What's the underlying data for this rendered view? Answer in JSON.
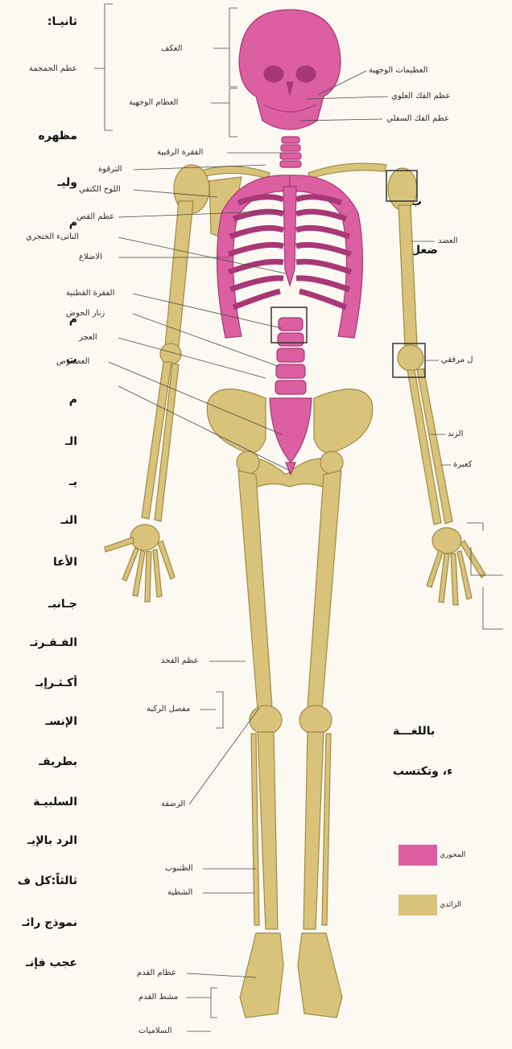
{
  "colors": {
    "axial": "#dc5fa1",
    "axial_dark": "#a93777",
    "appendicular": "#d9c27a",
    "appendicular_dark": "#a08a46",
    "line": "#4a4a4a"
  },
  "labels_left": [
    {
      "id": "cranium",
      "text": "العكف"
    },
    {
      "id": "skull",
      "text": "عظم الجمجمة"
    },
    {
      "id": "facial-bones",
      "text": "العظام الوجهية"
    },
    {
      "id": "cervical",
      "text": "الفقرة الرقبية"
    },
    {
      "id": "clavicle",
      "text": "الترقوة"
    },
    {
      "id": "scapula",
      "text": "اللوح الكتفي"
    },
    {
      "id": "sternum",
      "text": "عظم القص"
    },
    {
      "id": "xiphoid",
      "text": "الناتىء الخنجري"
    },
    {
      "id": "ribs",
      "text": "الاضلاع"
    },
    {
      "id": "lumbar",
      "text": "الفقرة القطنية"
    },
    {
      "id": "pelvic-girdle",
      "text": "زنار الحوض"
    },
    {
      "id": "sacrum",
      "text": "العجز"
    },
    {
      "id": "coccyx",
      "text": "العصعوص"
    },
    {
      "id": "femur",
      "text": "عظم الفخذ"
    },
    {
      "id": "knee",
      "text": "مفصل الركبة"
    },
    {
      "id": "patella",
      "text": "الرضفة"
    },
    {
      "id": "tibia",
      "text": "الظنبوب"
    },
    {
      "id": "fibula",
      "text": "الشظية"
    },
    {
      "id": "tarsals",
      "text": "عظام القدم"
    },
    {
      "id": "metatarsals",
      "text": "مشط القدم"
    },
    {
      "id": "phalanges-foot",
      "text": "السلاميات"
    }
  ],
  "labels_right": [
    {
      "id": "facial-small",
      "text": "العظيمات الوجهية"
    },
    {
      "id": "maxilla",
      "text": "عظم الفك العلوي"
    },
    {
      "id": "mandible",
      "text": "عظم الفك السفلي"
    },
    {
      "id": "humerus",
      "text": "العضد"
    },
    {
      "id": "elbow",
      "text": "ل مرفقي"
    },
    {
      "id": "radius",
      "text": "الزند"
    },
    {
      "id": "ulna",
      "text": "كعبرة"
    }
  ],
  "left_text": [
    "ثانيـا:",
    "مظهره",
    "وليـ",
    "م",
    "م",
    "ت",
    "م",
    "الـ",
    "يـ",
    "النـ",
    "الأعا",
    "جـانبـ",
    "الفـقـرتـ",
    "أكـثـرإبـ",
    "الإنسـ",
    "بطريقـ",
    "السلبيـة",
    "الرد بالإيـ",
    "ثالثاً:كل ف",
    "نموذج رائـ",
    "عجب فإنـ"
  ],
  "right_text": [
    "ب",
    "ضعل",
    "باللغـــة",
    "ء، وتكتسب"
  ],
  "legend": [
    {
      "text": "المحوري",
      "color_key": "axial"
    },
    {
      "text": "الزائدي",
      "color_key": "appendicular"
    }
  ]
}
